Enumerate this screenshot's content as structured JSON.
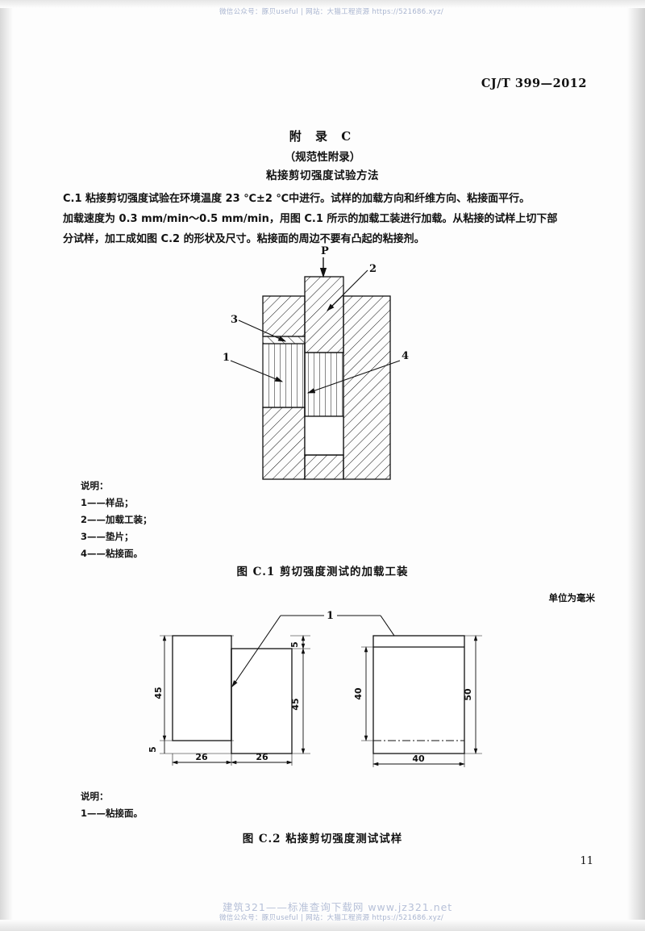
{
  "watermarks": {
    "top": "微信公众号：豚贝useful  |  网站：大猫工程资源  https://521686.xyz/",
    "bottom_main": "建筑321——标准查询下载网    www.jz321.net",
    "bottom_sub": "微信公众号：豚贝useful  |  网站：大猫工程资源  https://521686.xyz/"
  },
  "header": {
    "standard_code": "CJ/T 399—2012"
  },
  "page_number": "11",
  "annex": {
    "title": "附  录  C",
    "subtitle": "（规范性附录）",
    "name": "粘接剪切强度试验方法"
  },
  "clause": {
    "line1": "C.1  粘接剪切强度试验在环境温度 23 ℃±2 ℃中进行。试样的加载方向和纤维方向、粘接面平行。",
    "line2": "加载速度为 0.3 mm/min～0.5 mm/min，用图 C.1 所示的加载工装进行加载。从粘接的试样上切下部",
    "line3": "分试样，加工成如图 C.2 的形状及尺寸。粘接面的周边不要有凸起的粘接剂。"
  },
  "figure1": {
    "load_label": "P",
    "callouts": {
      "one": "1",
      "two": "2",
      "three": "3",
      "four": "4"
    },
    "legend_title": "说明：",
    "legend": [
      "1——样品；",
      "2——加载工装；",
      "3——垫片；",
      "4——粘接面。"
    ],
    "caption": "图 C.1   剪切强度测试的加载工装"
  },
  "figure2": {
    "unit_note": "单位为毫米",
    "callout": "1",
    "dimensions": {
      "left_height": "45",
      "left_step": "5",
      "right_height": "45",
      "right_step": "5",
      "left_width": "26",
      "right_width": "26",
      "side_inner_height": "40",
      "side_outer_height": "50",
      "side_width": "40"
    },
    "legend_title": "说明：",
    "legend": [
      "1——粘接面。"
    ],
    "caption": "图 C.2   粘接剪切强度测试试样"
  },
  "colors": {
    "ink": "#111111",
    "watermark": "#9aa8c8",
    "paper": "#fdfdfd"
  }
}
